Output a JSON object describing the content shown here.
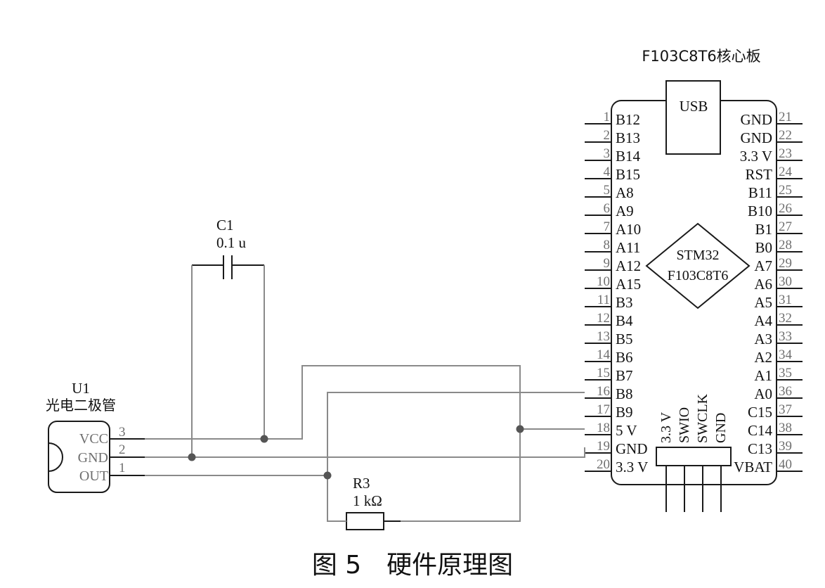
{
  "board": {
    "title": "F103C8T6核心板",
    "usb_label": "USB",
    "chip_line1": "STM32",
    "chip_line2": "F103C8T6",
    "left_pins": [
      {
        "num": "1",
        "label": "B12"
      },
      {
        "num": "2",
        "label": "B13"
      },
      {
        "num": "3",
        "label": "B14"
      },
      {
        "num": "4",
        "label": "B15"
      },
      {
        "num": "5",
        "label": "A8"
      },
      {
        "num": "6",
        "label": "A9"
      },
      {
        "num": "7",
        "label": "A10"
      },
      {
        "num": "8",
        "label": "A11"
      },
      {
        "num": "9",
        "label": "A12"
      },
      {
        "num": "10",
        "label": "A15"
      },
      {
        "num": "11",
        "label": "B3"
      },
      {
        "num": "12",
        "label": "B4"
      },
      {
        "num": "13",
        "label": "B5"
      },
      {
        "num": "14",
        "label": "B6"
      },
      {
        "num": "15",
        "label": "B7"
      },
      {
        "num": "16",
        "label": "B8"
      },
      {
        "num": "17",
        "label": "B9"
      },
      {
        "num": "18",
        "label": "5 V"
      },
      {
        "num": "19",
        "label": "GND"
      },
      {
        "num": "20",
        "label": "3.3 V"
      }
    ],
    "right_pins": [
      {
        "num": "21",
        "label": "GND"
      },
      {
        "num": "22",
        "label": "GND"
      },
      {
        "num": "23",
        "label": "3.3 V"
      },
      {
        "num": "24",
        "label": "RST"
      },
      {
        "num": "25",
        "label": "B11"
      },
      {
        "num": "26",
        "label": "B10"
      },
      {
        "num": "27",
        "label": "B1"
      },
      {
        "num": "28",
        "label": "B0"
      },
      {
        "num": "29",
        "label": "A7"
      },
      {
        "num": "30",
        "label": "A6"
      },
      {
        "num": "31",
        "label": "A5"
      },
      {
        "num": "32",
        "label": "A4"
      },
      {
        "num": "33",
        "label": "A3"
      },
      {
        "num": "34",
        "label": "A2"
      },
      {
        "num": "35",
        "label": "A1"
      },
      {
        "num": "36",
        "label": "A0"
      },
      {
        "num": "37",
        "label": "C15"
      },
      {
        "num": "38",
        "label": "C14"
      },
      {
        "num": "39",
        "label": "C13"
      },
      {
        "num": "40",
        "label": "VBAT"
      }
    ],
    "swd_pins": [
      "3.3 V",
      "SWIO",
      "SWCLK",
      "GND"
    ]
  },
  "sensor": {
    "ref": "U1",
    "name": "光电二极管",
    "pins": [
      {
        "num": "3",
        "label": "VCC"
      },
      {
        "num": "2",
        "label": "GND"
      },
      {
        "num": "1",
        "label": "OUT"
      }
    ]
  },
  "capacitor": {
    "ref": "C1",
    "value": "0.1 u"
  },
  "resistor": {
    "ref": "R3",
    "value": "1 kΩ"
  },
  "caption": "图 5　硬件原理图"
}
